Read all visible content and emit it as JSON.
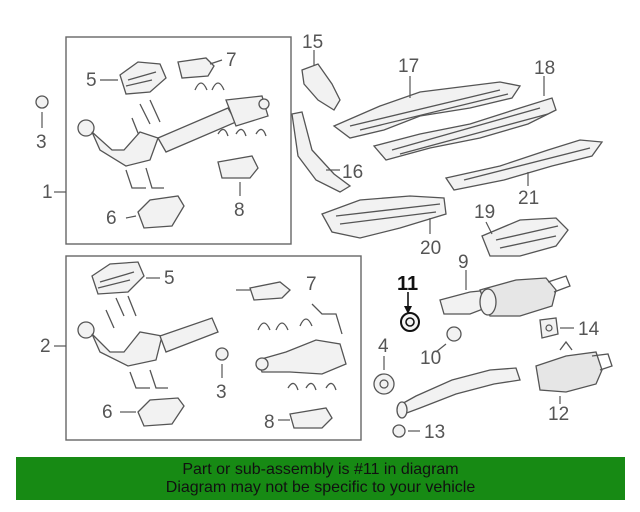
{
  "callouts": {
    "c1": "1",
    "c2": "2",
    "c3a": "3",
    "c3b": "3",
    "c4": "4",
    "c5a": "5",
    "c5b": "5",
    "c6a": "6",
    "c6b": "6",
    "c7a": "7",
    "c7b": "7",
    "c8a": "8",
    "c8b": "8",
    "c9": "9",
    "c10": "10",
    "c11": "11",
    "c12": "12",
    "c13": "13",
    "c14": "14",
    "c15": "15",
    "c16": "16",
    "c17": "17",
    "c18": "18",
    "c19": "19",
    "c20": "20",
    "c21": "21"
  },
  "highlighted_part": "11",
  "banner": {
    "line1": "Part or sub-assembly is #11 in diagram",
    "line2": "Diagram may not be specific to your vehicle",
    "background": "#178a14"
  }
}
